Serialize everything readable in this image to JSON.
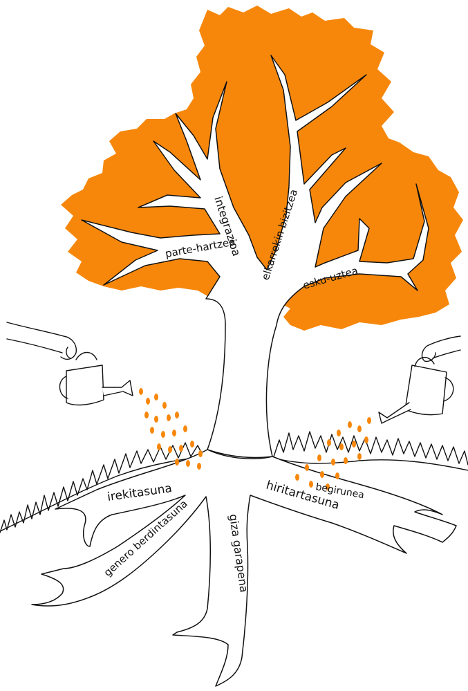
{
  "colors": {
    "canopy": "#f7870b",
    "water_drops": "#f7870b",
    "outline": "#111111",
    "background": "#ffffff"
  },
  "branches": {
    "integrazioa": "integrazioa",
    "parte_hartzea": "parte-hartzea",
    "elkarrekin_bizitzea": "elkarrekin bizitzea",
    "esku_uztea": "esku-uztea"
  },
  "roots": {
    "irekitasuna": "irekitasuna",
    "genero_berdintasuna": "genero berdintasuna",
    "giza_garapena": "giza garapena",
    "begirunea": "begirunea",
    "hiritartasuna": "hiritartasuna"
  },
  "icons": {
    "left_hand": "hand-holding-watering-can-icon",
    "right_hand": "hand-holding-watering-can-icon",
    "left_can": "watering-can-icon",
    "right_can": "watering-can-icon"
  }
}
